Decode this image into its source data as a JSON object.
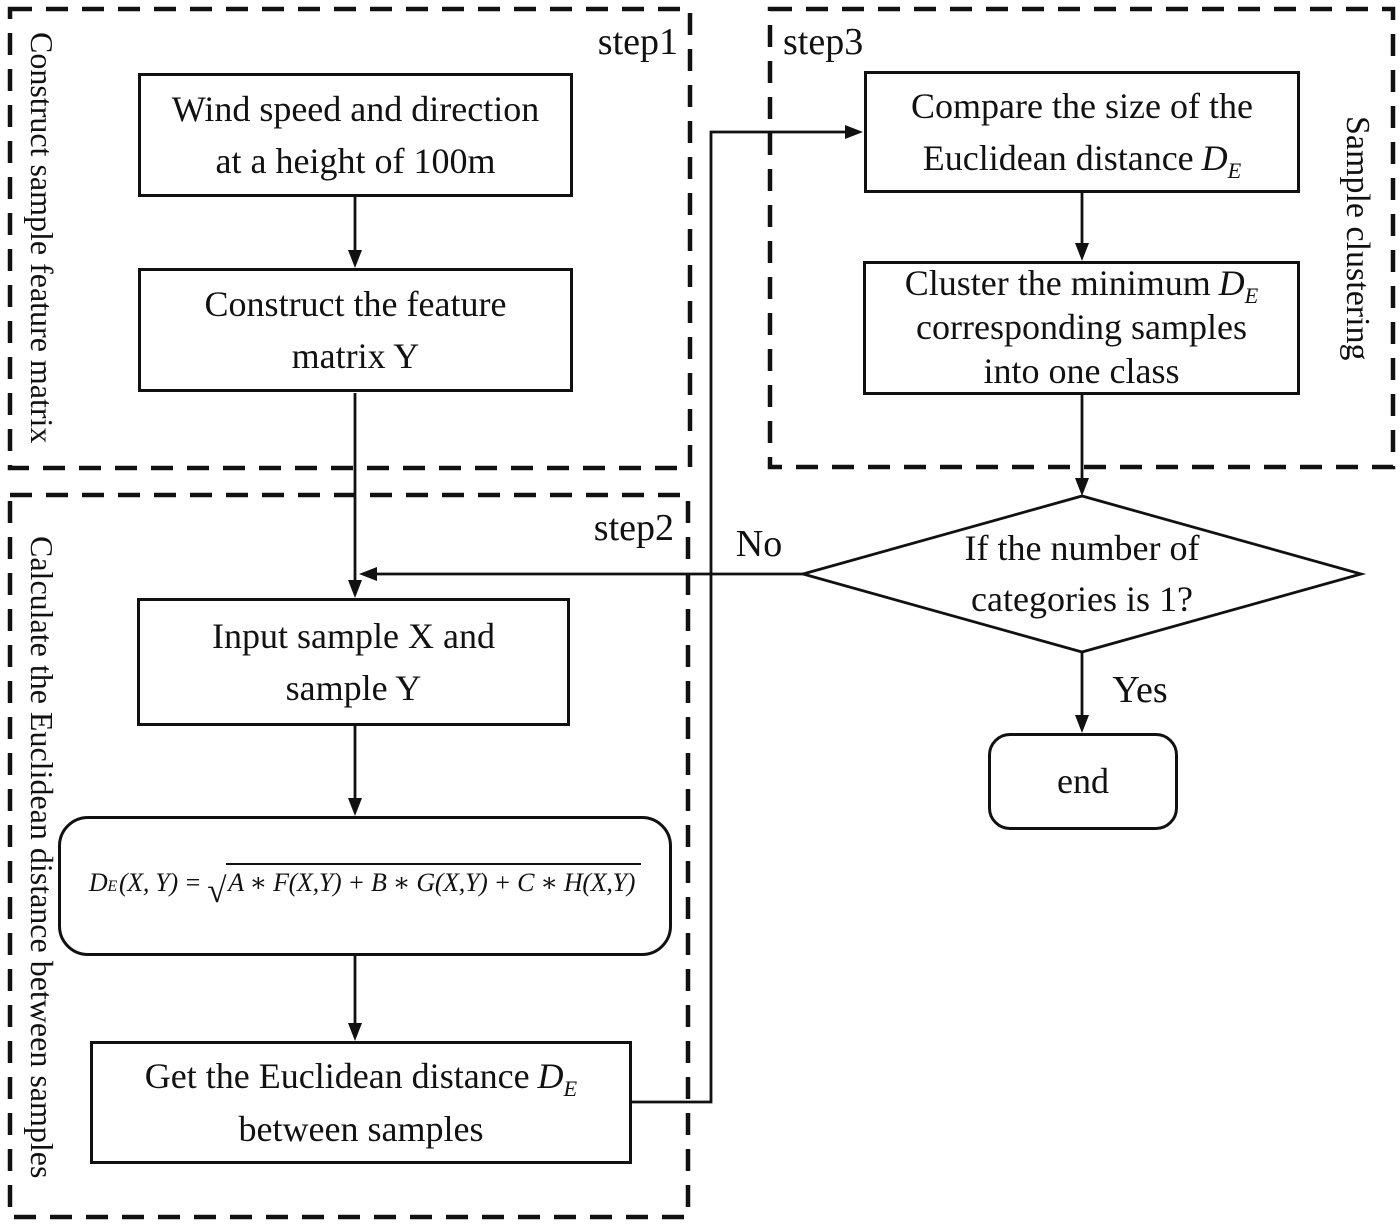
{
  "diagram": {
    "regions": {
      "step1": {
        "corner_label": "step1",
        "side_label": "Construct sample feature matrix"
      },
      "step2": {
        "corner_label": "step2",
        "side_label": "Calculate the Euclidean distance between samples"
      },
      "step3": {
        "corner_label": "step3",
        "side_label": "Sample clustering"
      }
    },
    "nodes": {
      "wind": {
        "line1": "Wind speed and direction",
        "line2": "at a height of 100m"
      },
      "construct": {
        "line1": "Construct the feature",
        "line2": "matrix Y"
      },
      "input": {
        "line1": "Input sample X and",
        "line2": "sample Y"
      },
      "formula": {
        "lhs_symbol": "D",
        "lhs_subscript": "E",
        "lhs_args": "(X, Y) =",
        "radical_sign": "√",
        "radicand": "A ∗ F(X,Y) + B ∗ G(X,Y) + C ∗ H(X,Y)"
      },
      "get": {
        "line1_text": "Get the Euclidean distance",
        "de_symbol": "D",
        "de_subscript": "E",
        "line2": "between samples"
      },
      "compare": {
        "line1": "Compare the size of the",
        "line2_text": "Euclidean distance",
        "de_symbol": "D",
        "de_subscript": "E"
      },
      "cluster": {
        "line1_text": "Cluster the minimum",
        "de_symbol": "D",
        "de_subscript": "E",
        "line2": "corresponding samples",
        "line3": "into one class"
      },
      "decision": {
        "line1": "If the number of",
        "line2": "categories is 1?"
      },
      "end": {
        "label": "end"
      }
    },
    "edge_labels": {
      "no": "No",
      "yes": "Yes"
    },
    "colors": {
      "stroke": "#111111",
      "text": "#111111",
      "background": "#ffffff"
    }
  }
}
